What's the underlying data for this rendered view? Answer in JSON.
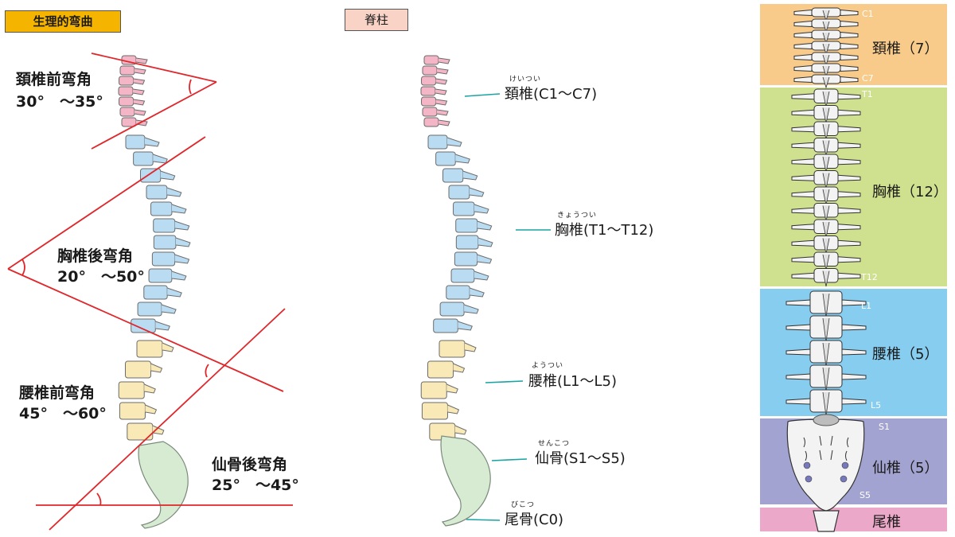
{
  "left_panel": {
    "title": "生理的弯曲",
    "cervical_angle": {
      "name": "頚椎前弯角",
      "range": "30°　～35°"
    },
    "thoracic_angle": {
      "name": "胸椎後弯角",
      "range": "20°　～50°"
    },
    "lumbar_angle": {
      "name": "腰椎前弯角",
      "range": "45°　～60°"
    },
    "sacral_angle": {
      "name": "仙骨後弯角",
      "range": "25°　～45°"
    }
  },
  "middle_panel": {
    "title": "脊柱",
    "labels": [
      {
        "reading": "けいつい",
        "text": "頚椎(C1～C7)"
      },
      {
        "reading": "きょうつい",
        "text": "胸椎(T1～T12)"
      },
      {
        "reading": "ようつい",
        "text": "腰椎(L1～L5)"
      },
      {
        "reading": "せんこつ",
        "text": "仙骨(S1～S5)"
      },
      {
        "reading": "びこつ",
        "text": "尾骨(C0)"
      }
    ]
  },
  "right_panel": {
    "bands": [
      {
        "name": "頚椎（7）",
        "top": "C1",
        "bottom": "C7",
        "color": "#f9cb8a"
      },
      {
        "name": "胸椎（12）",
        "top": "T1",
        "bottom": "T12",
        "color": "#cfe08e"
      },
      {
        "name": "腰椎（5）",
        "top": "L1",
        "bottom": "L5",
        "color": "#86cdf0"
      },
      {
        "name": "仙椎（5）",
        "top": "S1",
        "bottom": "S5",
        "color": "#a3a3d1"
      },
      {
        "name": "尾椎",
        "color": "#eba8c8"
      }
    ]
  },
  "colors": {
    "cervical": "#f4b6c6",
    "thoracic": "#b9dcf2",
    "lumbar": "#f8e9b6",
    "sacrum": "#d6ebd2",
    "angle_line": "#e0262a",
    "leader_line": "#1aa3a3"
  }
}
